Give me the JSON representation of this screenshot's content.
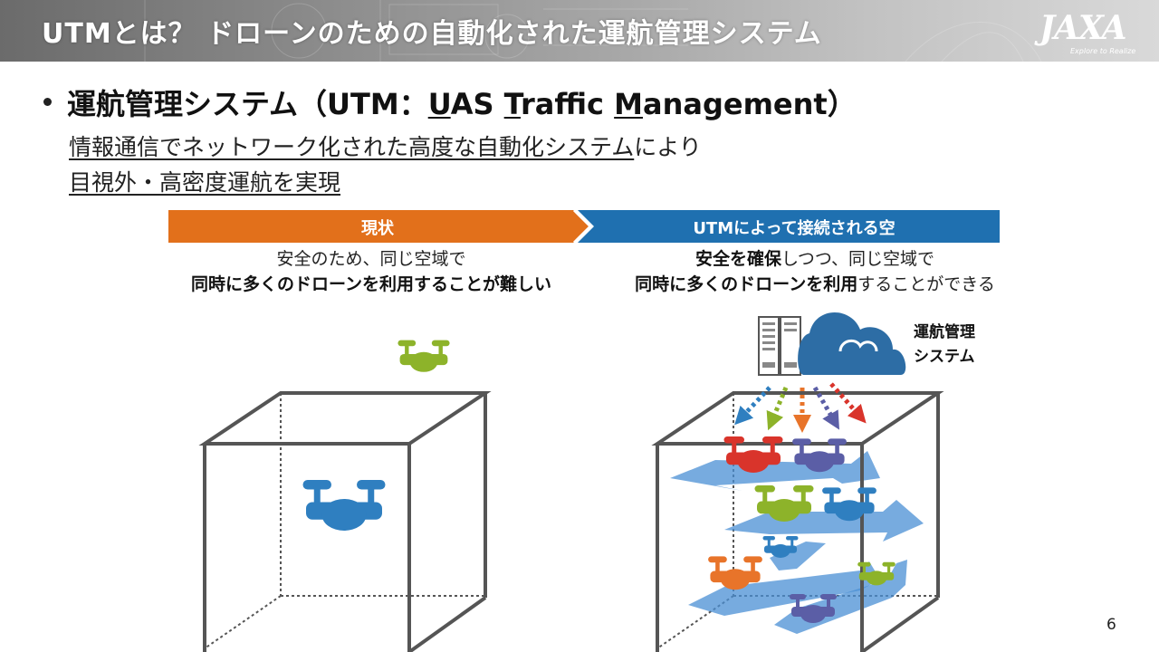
{
  "header": {
    "title": "UTMとは？ ドローンのための自動化された運航管理システム",
    "logo_text": "JAXA",
    "logo_tagline": "Explore to Realize"
  },
  "main": {
    "line_parts": [
      "運航管理システム（UTM：",
      "U",
      "AS ",
      "T",
      "raffic ",
      "M",
      "anagement）"
    ],
    "sub_line1_underlined": "情報通信でネットワーク化された高度な自動化システム",
    "sub_line1_rest": "により",
    "sub_line2": "目視外・高密度運航を実現"
  },
  "left_panel": {
    "banner": "現状",
    "desc_line1": "安全のため、同じ空域で",
    "desc_line2": "同時に多くのドローンを利用することが難しい"
  },
  "right_panel": {
    "banner": "UTMによって接続される空",
    "desc_line1_bold": "安全を確保",
    "desc_line1_rest": "しつつ、同じ空域で",
    "desc_line2_bold": "同時に多くのドローンを利用",
    "desc_line2_rest": "することができる",
    "system_label_line1": "運航管理",
    "system_label_line2": "システム"
  },
  "colors": {
    "orange": "#e2701b",
    "blue": "#1f70b0",
    "drone_blue": "#2f7fc0",
    "drone_green": "#8db32a",
    "drone_red": "#d9342b",
    "drone_purple": "#5b5ea6",
    "drone_orange": "#e8742a",
    "cloud": "#2d6da5",
    "flow_arrow": "#4a8fd4"
  },
  "page_number": "6"
}
